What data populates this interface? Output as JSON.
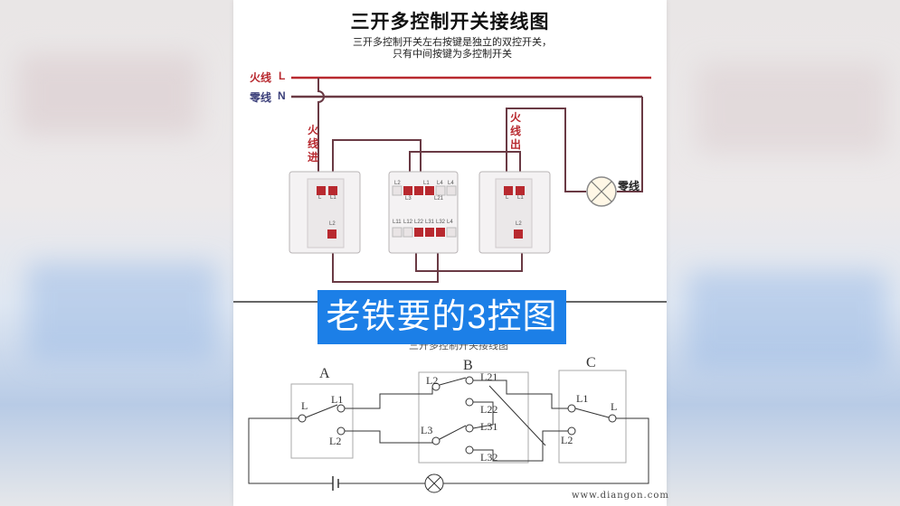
{
  "page": {
    "title": "三开多控制开关接线图",
    "subtitle_line1": "三开多控制开关左右按键是独立的双控开关，",
    "subtitle_line2": "只有中间按键为多控制开关"
  },
  "wiring": {
    "live_label": "火线",
    "live_letter": "L",
    "neutral_label": "零线",
    "neutral_letter": "N",
    "live_in": [
      "火",
      "线",
      "进"
    ],
    "live_out": [
      "火",
      "线",
      "出"
    ],
    "lamp_neutral_label": "零线",
    "left_switch_terminals": [
      "L",
      "L1",
      "L2"
    ],
    "middle_switch_top_terminals": [
      "L2",
      "L3",
      "L1",
      "L21",
      "L4",
      "L4"
    ],
    "middle_switch_bottom_terminals": [
      "L11",
      "L12",
      "L22",
      "L31",
      "L32",
      "L4"
    ],
    "right_switch_terminals": [
      "L",
      "L1",
      "L2"
    ]
  },
  "overlay": {
    "caption": "老铁要的3控图"
  },
  "schematic": {
    "title": "三开多控制开关接线图",
    "switch_a": "A",
    "switch_b": "B",
    "switch_c": "C",
    "a_terminals": [
      "L",
      "L1",
      "L2"
    ],
    "b_terminals": [
      "L2",
      "L3",
      "L21",
      "L22",
      "L31",
      "L32"
    ],
    "c_terminals": [
      "L1",
      "L",
      "L2"
    ]
  },
  "watermark": "www.diangon.com",
  "colors": {
    "wire_red": "#b8292f",
    "wire_dark": "#6a3a44",
    "banner_blue": "#1c7fe7"
  }
}
